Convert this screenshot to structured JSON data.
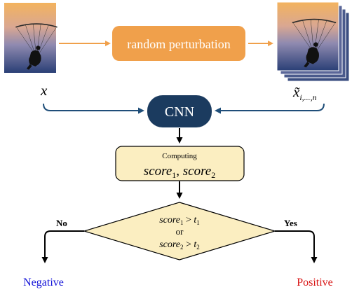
{
  "input_label_var": "x",
  "output_label_var": "x̃",
  "output_label_sub": "i,...,n",
  "perturbation_label": "random perturbation",
  "model_label": "CNN",
  "compute_box": {
    "title": "Computing",
    "score1_var": "score",
    "score1_sub": "1",
    "score2_var": "score",
    "score2_sub": "2",
    "separator": ", "
  },
  "decision": {
    "line1_var": "score",
    "line1_sub": "1",
    "line1_op": " > ",
    "line1_thr": "t",
    "line1_thr_sub": "1",
    "or": "or",
    "line2_var": "score",
    "line2_sub": "2",
    "line2_op": " > ",
    "line2_thr": "t",
    "line2_thr_sub": "2"
  },
  "branch_no": "No",
  "branch_yes": "Yes",
  "result_negative": "Negative",
  "result_positive": "Positive",
  "colors": {
    "perturbation_fill": "#f0a04b",
    "perturbation_arrow": "#f0a04b",
    "cnn_fill": "#1b3b5f",
    "blue_arrow": "#1f4e79",
    "box_fill": "#fbeec1",
    "negative": "#1414d8",
    "positive": "#d81414",
    "sky_top": "#f3b35e",
    "sky_mid": "#c9a0a4",
    "sky_bottom": "#2a3f76"
  },
  "icons": [
    "paraglider-photo"
  ]
}
